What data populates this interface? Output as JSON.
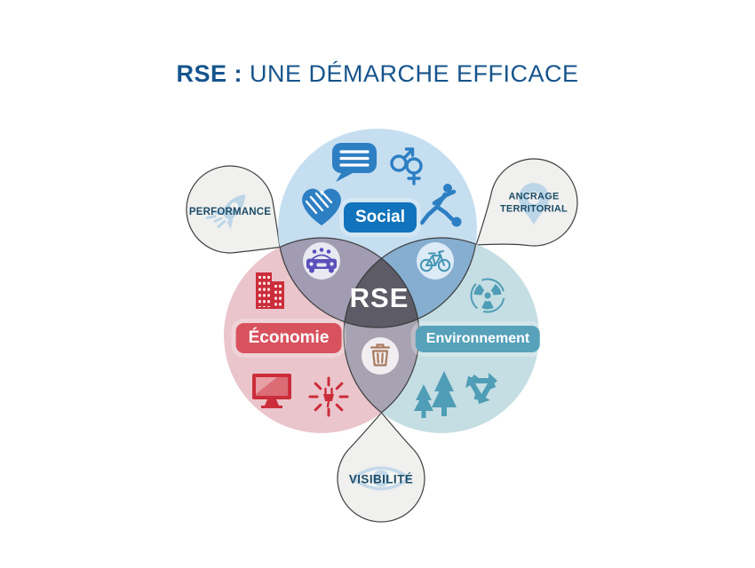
{
  "title": {
    "bold": "RSE :",
    "rest": "UNE DÉMARCHE EFFICACE"
  },
  "diagram": {
    "center_label": "RSE",
    "circles": [
      {
        "id": "social",
        "label": "Social",
        "fill": "#c5def0",
        "badge_color": "#1173bb",
        "icons": [
          "speech-bubble",
          "gender-equality",
          "heart-hands",
          "runner"
        ]
      },
      {
        "id": "economie",
        "label": "Économie",
        "fill": "#eac5cc",
        "badge_color": "#d8525e",
        "icons": [
          "buildings",
          "monitor",
          "energy-plug"
        ]
      },
      {
        "id": "environnement",
        "label": "Environnement",
        "fill": "#c5dee3",
        "badge_color": "#57a2ba",
        "icons": [
          "radiation",
          "trees",
          "recycle"
        ]
      }
    ],
    "overlaps": [
      {
        "between": [
          "social",
          "economie"
        ],
        "fill": "#a19cb2",
        "icon": "carpool-car"
      },
      {
        "between": [
          "social",
          "environnement"
        ],
        "fill": "#86aed0",
        "icon": "bicycle"
      },
      {
        "between": [
          "economie",
          "environnement"
        ],
        "fill": "#a7a3b2",
        "icon": "trash-bin"
      },
      {
        "between": [
          "social",
          "economie",
          "environnement"
        ],
        "fill": "#5c5b66"
      }
    ],
    "satellites": [
      {
        "label": "PERFORMANCE",
        "icon": "rocket"
      },
      {
        "label": "ANCRAGE TERRITORIAL",
        "icon": "map-pin"
      },
      {
        "label": "VISIBILITÉ",
        "icon": "eye"
      }
    ]
  },
  "colors": {
    "title_text": "#16548c",
    "satellite_text": "#1d4c68",
    "satellite_fill": "#f0f0ee",
    "outline": "#3f3f3f",
    "social_fill": "#c5def0",
    "economie_fill": "#eac5cc",
    "environnement_fill": "#c5dee3",
    "overlap_social_economie": "#a19cb2",
    "overlap_social_environnement": "#86aed0",
    "overlap_economie_environnement": "#a7a3b2",
    "center_fill": "#5c5b66",
    "social_accent": "#2d7fc3",
    "economie_accent": "#cc2d3a",
    "environnement_accent": "#4f9db6",
    "car_purple": "#5a50bd",
    "bike_teal": "#4596b6",
    "trash_brown": "#a87a60",
    "pale_icon_blue": "#bcd6e8"
  }
}
